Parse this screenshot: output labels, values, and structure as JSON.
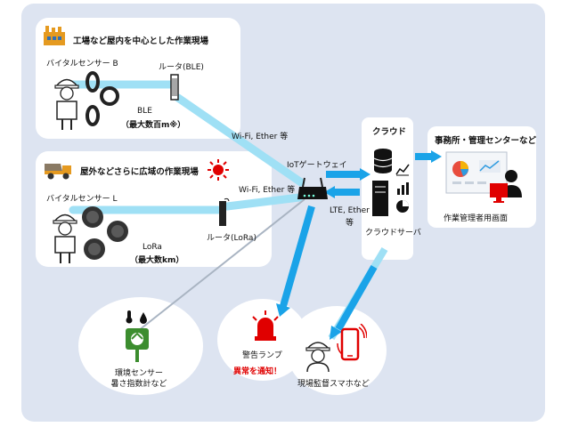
{
  "indoor": {
    "title": "工場など屋内を中心とした作業現場",
    "sensor_label": "バイタルセンサー B",
    "router_label": "ルータ(BLE)",
    "link_label": "BLE",
    "range_label": "（最大数百m※）"
  },
  "outdoor": {
    "title": "屋外などさらに広域の作業現場",
    "sensor_label": "バイタルセンサー L",
    "router_label": "ルータ(LoRa)",
    "link_label": "LoRa",
    "range_label": "（最大数km）"
  },
  "links": {
    "wifi_top": "Wi-Fi, Ether 等",
    "wifi_mid": "Wi-Fi, Ether 等",
    "lte": "LTE, Ether",
    "lte_suffix": "等"
  },
  "gateway": {
    "label": "IoTゲートウェイ"
  },
  "cloud": {
    "title": "クラウド",
    "server_label": "クラウドサーバ"
  },
  "office": {
    "title": "事務所・管理センターなど",
    "screen_label": "作業管理者用画面"
  },
  "env": {
    "label_line1": "環境センサー",
    "label_line2": "暑さ指数計など"
  },
  "lamp": {
    "label": "警告ランプ",
    "alert": "異常を通知！"
  },
  "phone": {
    "label": "現場監督スマホなど"
  },
  "colors": {
    "link": "#9fe0f5",
    "arrow": "#1aa3e8",
    "panel": "#ffffff",
    "background": "#dde4f1",
    "alert": "#e00000"
  }
}
